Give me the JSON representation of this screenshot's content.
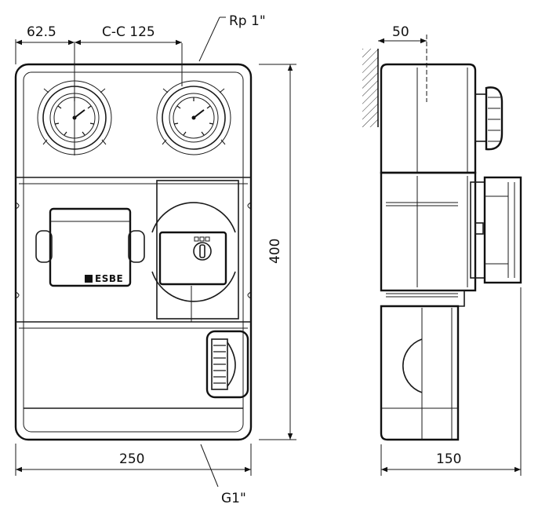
{
  "dimensions": {
    "left_offset": "62.5",
    "center_distance": "C-C 125",
    "pipe_top": "Rp 1\"",
    "height": "400",
    "width": "250",
    "pipe_bottom": "G1\"",
    "wall_offset": "50",
    "depth": "150"
  },
  "brand": "ESBE",
  "colors": {
    "line": "#1a1a1a",
    "background": "#ffffff"
  }
}
